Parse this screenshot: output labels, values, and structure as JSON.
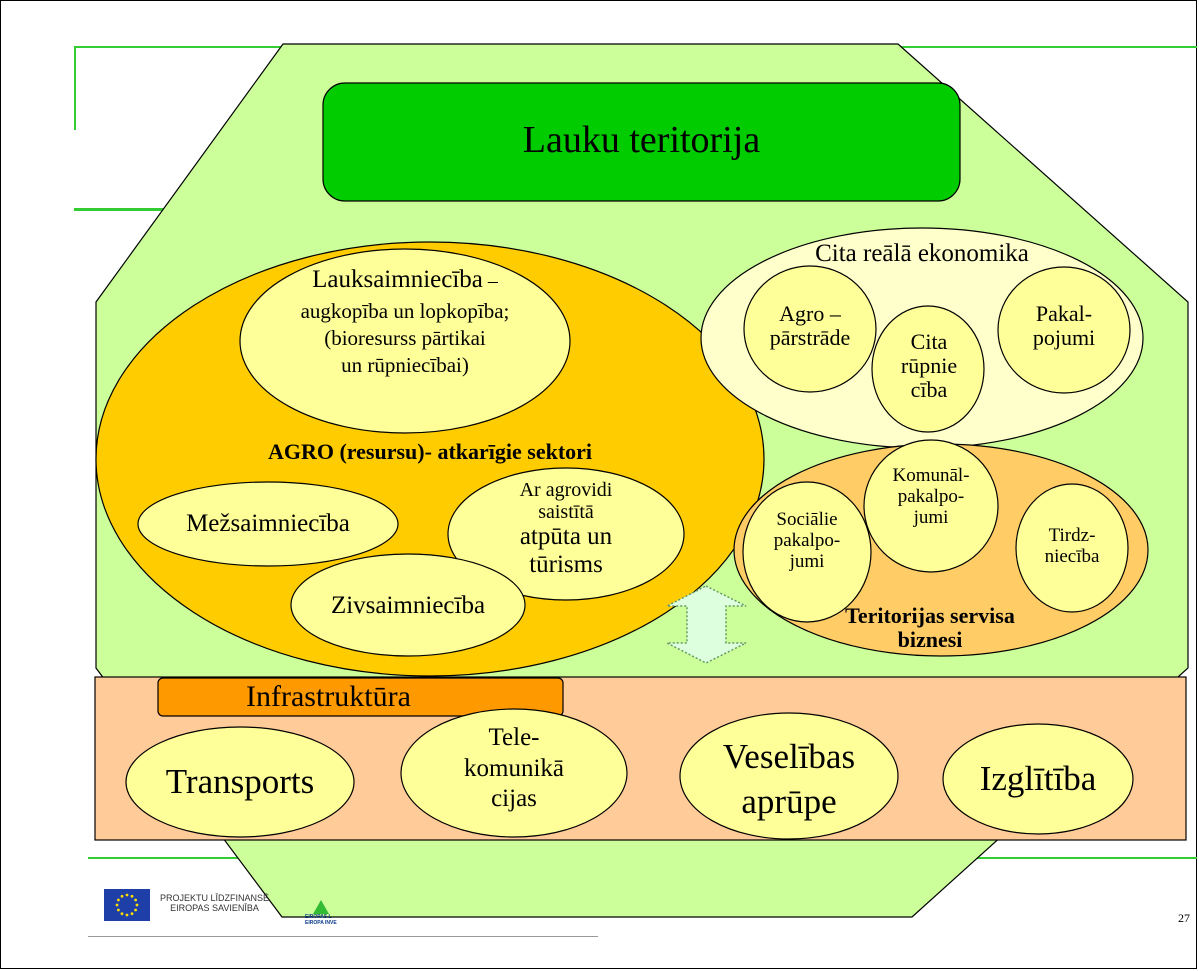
{
  "title": "Lauku teritorija",
  "agro_group": {
    "label": "AGRO (resursu)- atkarīgie sektori",
    "agriculture": {
      "line1": "Lauksaimniecība",
      "line1_suffix": " –",
      "line2": "augkopība un lopkopība;",
      "line3": "(bioresurss pārtikai",
      "line4": "un rūpniecībai)"
    },
    "forestry": "Mežsaimniecība",
    "fishery": "Zivsaimniecība",
    "tourism": {
      "line1": "Ar agrovidi",
      "line2": "saistītā",
      "line3": "atpūta un",
      "line4": "tūrisms"
    }
  },
  "real_economy": {
    "label": "Cita reālā ekonomika",
    "agro_processing": {
      "line1": "Agro –",
      "line2": "pārstrāde"
    },
    "other_industry": {
      "line1": "Cita",
      "line2": "rūpnie",
      "line3": "cība"
    },
    "services": {
      "line1": "Pakal-",
      "line2": "pojumi"
    }
  },
  "service_business": {
    "label_line1": "Teritorijas servisa",
    "label_line2": "biznesi",
    "social": {
      "line1": "Sociālie",
      "line2": "pakalpo-",
      "line3": "jumi"
    },
    "communal": {
      "line1": "Komunāl-",
      "line2": "pakalpo-",
      "line3": "jumi"
    },
    "trade": {
      "line1": "Tirdz-",
      "line2": "niecība"
    }
  },
  "infrastructure": {
    "label": "Infrastruktūra",
    "transport": "Transports",
    "telecom": {
      "line1": "Tele-",
      "line2": "komunikā",
      "line3": "cijas"
    },
    "health": {
      "line1": "Veselības",
      "line2": "aprūpe"
    },
    "education": "Izglītība"
  },
  "footer": {
    "eu_line1": "PROJEKTU LĪDZFINANSĒ",
    "eu_line2": "EIROPAS SAVIENĪBA",
    "logo_line1": "EIROPAS L",
    "logo_line2": "EIROPA INVE",
    "page_number": "27"
  },
  "colors": {
    "octagon": "#ccff99",
    "title_box": "#00cc00",
    "agro_ellipse": "#ffcc00",
    "light_ellipse": "#ffff99",
    "real_economy_ellipse": "#ffffcc",
    "service_ellipse": "#ffcc66",
    "infrastructure_band": "#ffcc99",
    "infrastructure_label": "#ff9900",
    "arrow": "#ddffdd"
  }
}
